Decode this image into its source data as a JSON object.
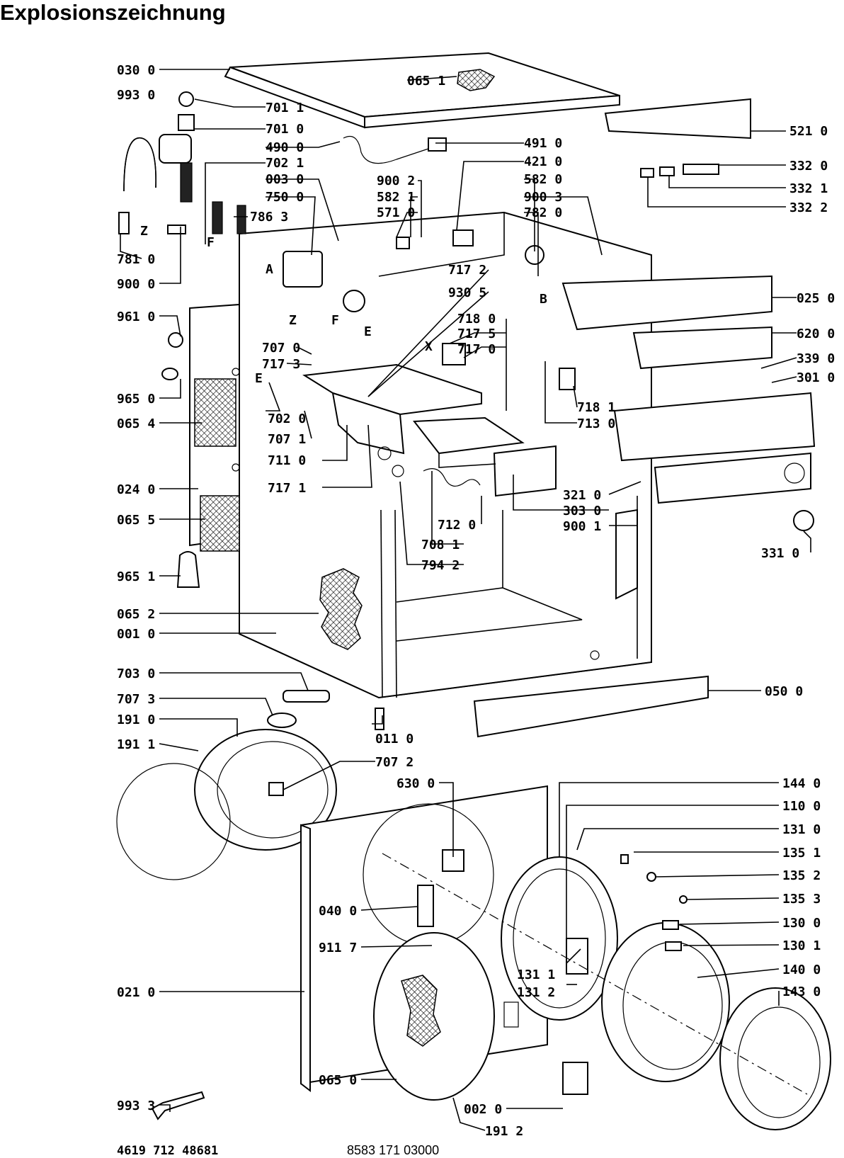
{
  "title": "Explosionszeichnung",
  "footer": {
    "left_code": "4619 712 48681",
    "right_code": "8583 171 03000"
  },
  "letter_markers": [
    "Z",
    "Z",
    "F",
    "F",
    "E",
    "E",
    "A",
    "B",
    "X"
  ],
  "labels": [
    "030 0",
    "993 0",
    "701 1",
    "701 0",
    "490 0",
    "702 1",
    "003 0",
    "750 0",
    "786 3",
    "781 0",
    "900 0",
    "065 1",
    "491 0",
    "421 0",
    "582 0",
    "900 3",
    "782 0",
    "900 2",
    "582 1",
    "571 0",
    "521 0",
    "332 0",
    "332 1",
    "332 2",
    "025 0",
    "620 0",
    "339 0",
    "301 0",
    "717 2",
    "930 5",
    "718 0",
    "717 5",
    "717 0",
    "707 0",
    "717 3",
    "702 0",
    "707 1",
    "711 0",
    "717 1",
    "718 1",
    "713 0",
    "961 0",
    "965 0",
    "065 4",
    "024 0",
    "065 5",
    "965 1",
    "065 2",
    "001 0",
    "321 0",
    "303 0",
    "900 1",
    "331 0",
    "712 0",
    "708 1",
    "794 2",
    "703 0",
    "707 3",
    "191 0",
    "191 1",
    "011 0",
    "707 2",
    "630 0",
    "050 0",
    "144 0",
    "110 0",
    "131 0",
    "135 1",
    "135 2",
    "135 3",
    "130 0",
    "130 1",
    "040 0",
    "911 7",
    "131 1",
    "131 2",
    "140 0",
    "143 0",
    "021 0",
    "065 0",
    "993 3",
    "002 0",
    "191 2"
  ]
}
